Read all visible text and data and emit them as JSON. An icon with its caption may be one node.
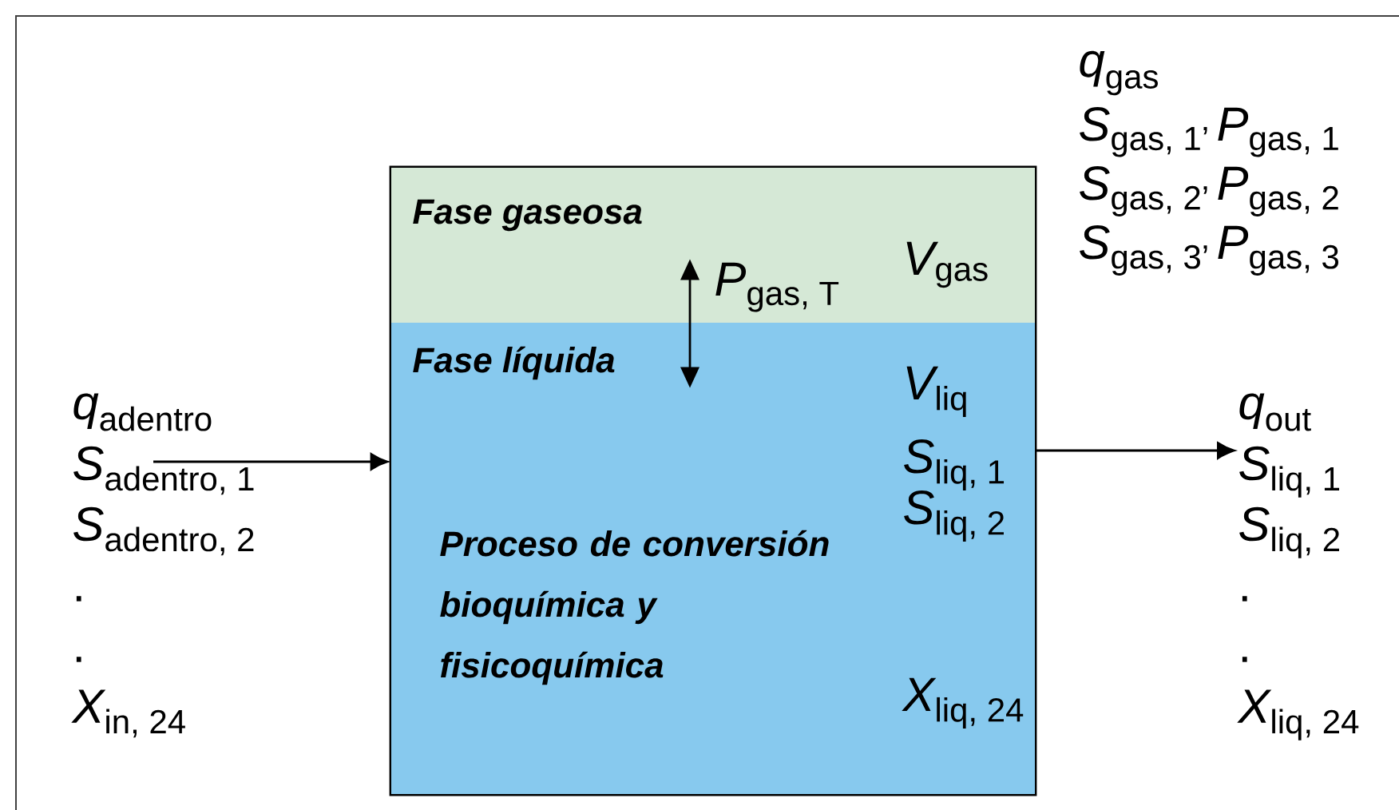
{
  "diagram": {
    "nodes": [
      {
        "text": [],
        "shape": "box"
      },
      {
        "text": [
          "Fase gaseosa",
          "\\textit{V}_{\\text{gas}}"
        ],
        "in": 0
      },
      {
        "text": [
          "Fase líquida",
          "Proceso de conversión bioquímica y fisicoquímica",
          "\\textit{V}_{\\text{liq}}",
          "\\textit{S}_{\\text{liq, 1}}",
          "\\textit{S}_{\\text{liq, 2}}",
          "\\textit{X}_{\\text{liq, 24}}"
        ],
        "in": 0
      },
      {
        "text": [
          "\\textit{q}_{\\text{adentro}}",
          "\\textit{S}_{\\text{adentro, 1}}",
          "\\textit{S}_{\\text{adentro, 2}}",
          ".",
          ".",
          "\\textit{X}_{\\text{in, 24}}"
        ]
      },
      {
        "text": [
          "\\textit{q}_{\\text{out}}",
          "\\textit{S}_{\\text{liq, 1}}",
          "\\textit{S}_{\\text{liq, 2}}",
          ".",
          ".",
          "\\textit{X}_{\\text{liq, 24}}"
        ]
      }
    ],
    "edges": [
      {
        "from": 3,
        "to": 2,
        "arrow": "to"
      },
      {
        "from": 2,
        "to": 4,
        "arrow": "to"
      },
      {
        "from": 1,
        "to": 2,
        "arrow": "both",
        "label": "\\textit{P}_{\\text{gas, T}}"
      }
    ],
    "labels": [
      "\\textit{q}_{\\text{gas}}",
      "\\textit{S}_{\\text{gas, 1’}}\\,\\textit{P}_{\\text{gas, 1}}",
      "\\textit{S}_{\\text{gas, 2’}}\\,\\textit{P}_{\\text{gas, 2}}",
      "\\textit{S}_{\\text{gas, 3’}}\\,\\textit{P}_{\\text{gas, 3}}"
    ]
  }
}
